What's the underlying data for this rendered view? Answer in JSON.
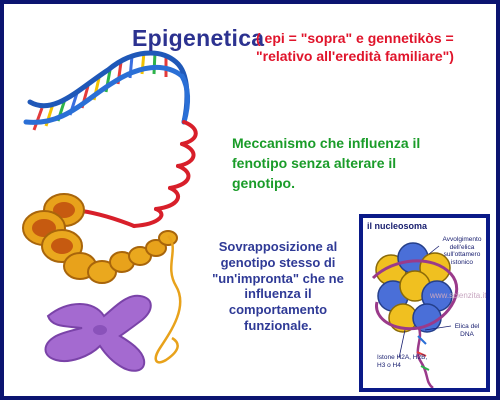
{
  "title": "Epigenetica",
  "etymology": "( epi = \"sopra\"  e gennetikòs = \"relativo all'eredità familiare\")",
  "definition": "Meccanismo che influenza il fenotipo senza alterare il genotipo.",
  "description": "Sovrapposizione al genotipo stesso di \"un'impronta\" che ne influenza il comportamento funzionale.",
  "inset": {
    "title": "il nucleosoma",
    "label_coil": "Avvolgimento dell'elica sull'ottamero istonico",
    "label_helix": "Elica del DNA",
    "label_histones": "Istone H2A, H2B, H3 o H4",
    "watermark": "www.scienzita.it"
  },
  "colors": {
    "border": "#0b1470",
    "title": "#2c3290",
    "etymology": "#e0142b",
    "definition": "#1a9c29",
    "description": "#2f3a96",
    "dna_strand": "#2a6fd6",
    "chromatin": "#e8a21b",
    "chromosome": "#a46ad0"
  }
}
